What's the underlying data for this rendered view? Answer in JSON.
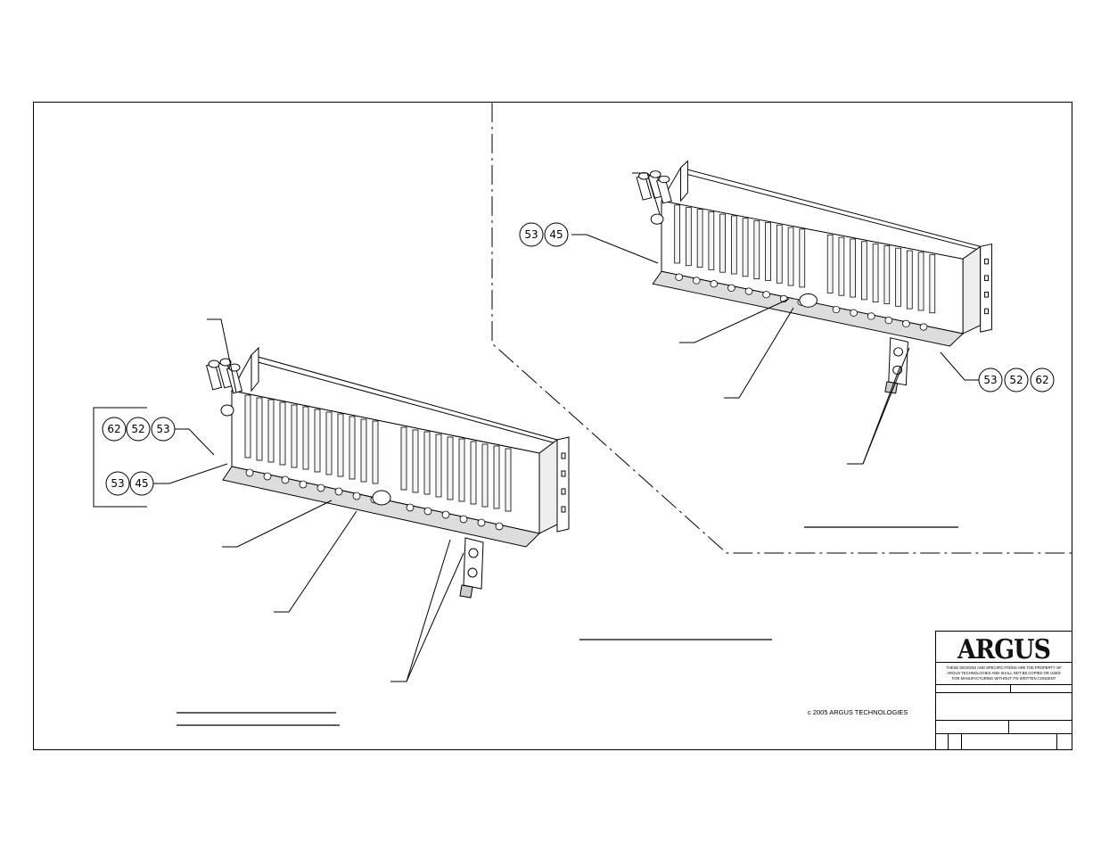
{
  "title_block": {
    "logo": "ARGUS",
    "notice_line1": "THESE DESIGNS AND SPECIFICATIONS ARE THE PROPERTY OF",
    "notice_line2": "ARGUS TECHNOLOGIES AND SHALL NOT BE COPIED OR USED",
    "notice_line3": "FOR MANUFACTURING WITHOUT ITS WRITTEN CONSENT"
  },
  "copyright": "c  2005 ARGUS TECHNOLOGIES",
  "left_view": {
    "balloons_upper": [
      "62",
      "52",
      "53"
    ],
    "balloons_lower": [
      "53",
      "45"
    ]
  },
  "right_view": {
    "balloons_left": [
      "53",
      "45"
    ],
    "balloons_right": [
      "53",
      "52",
      "62"
    ]
  },
  "colors": {
    "line": "#000000",
    "panel": "#ffffff",
    "shade": "#d9d9d9"
  }
}
